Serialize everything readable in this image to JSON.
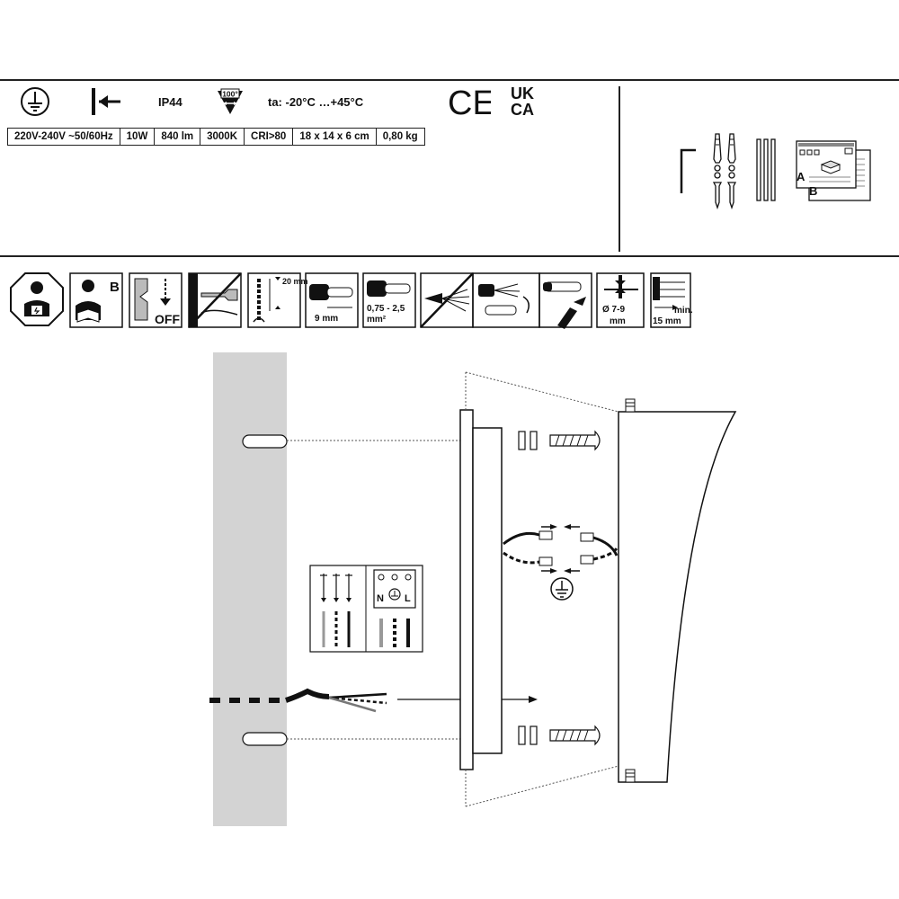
{
  "header": {
    "ip_rating": "IP44",
    "temperature": "ta: -20°C …+45°C",
    "beam_angle": "100°",
    "ce_mark": "CE",
    "ukca_line1": "UK",
    "ukca_line2": "CA"
  },
  "specs": [
    "220V-240V ~50/60Hz",
    "10W",
    "840 lm",
    "3000K",
    "CRI>80",
    "18 x 14 x 6 cm",
    "0,80 kg"
  ],
  "package": {
    "manual_a": "A",
    "manual_b": "B"
  },
  "steps": {
    "qualified_person_label": "B",
    "power_off": "OFF",
    "drill_depth": "20 mm",
    "strip_length": "9 mm",
    "wire_section": "0,75 - 2,5",
    "wire_section_unit": "mm²",
    "cable_diameter": "Ø 7-9",
    "cable_diameter_unit": "mm",
    "strip_min": "min.",
    "strip_min_value": "15 mm"
  },
  "terminal": {
    "n_label": "N",
    "l_label": "L"
  },
  "icons": [
    "ground-symbol-icon",
    "wall-mount-icon",
    "beam-angle-icon",
    "ce-mark-icon",
    "ukca-mark-icon",
    "electrician-icon",
    "read-manual-icon",
    "power-off-icon",
    "no-drilling-cables-icon",
    "drill-depth-icon",
    "strip-insulation-icon",
    "wire-section-icon",
    "stranded-wire-icon",
    "ferrule-icon",
    "crimp-tool-icon",
    "cable-gland-icon",
    "sheath-strip-icon"
  ]
}
